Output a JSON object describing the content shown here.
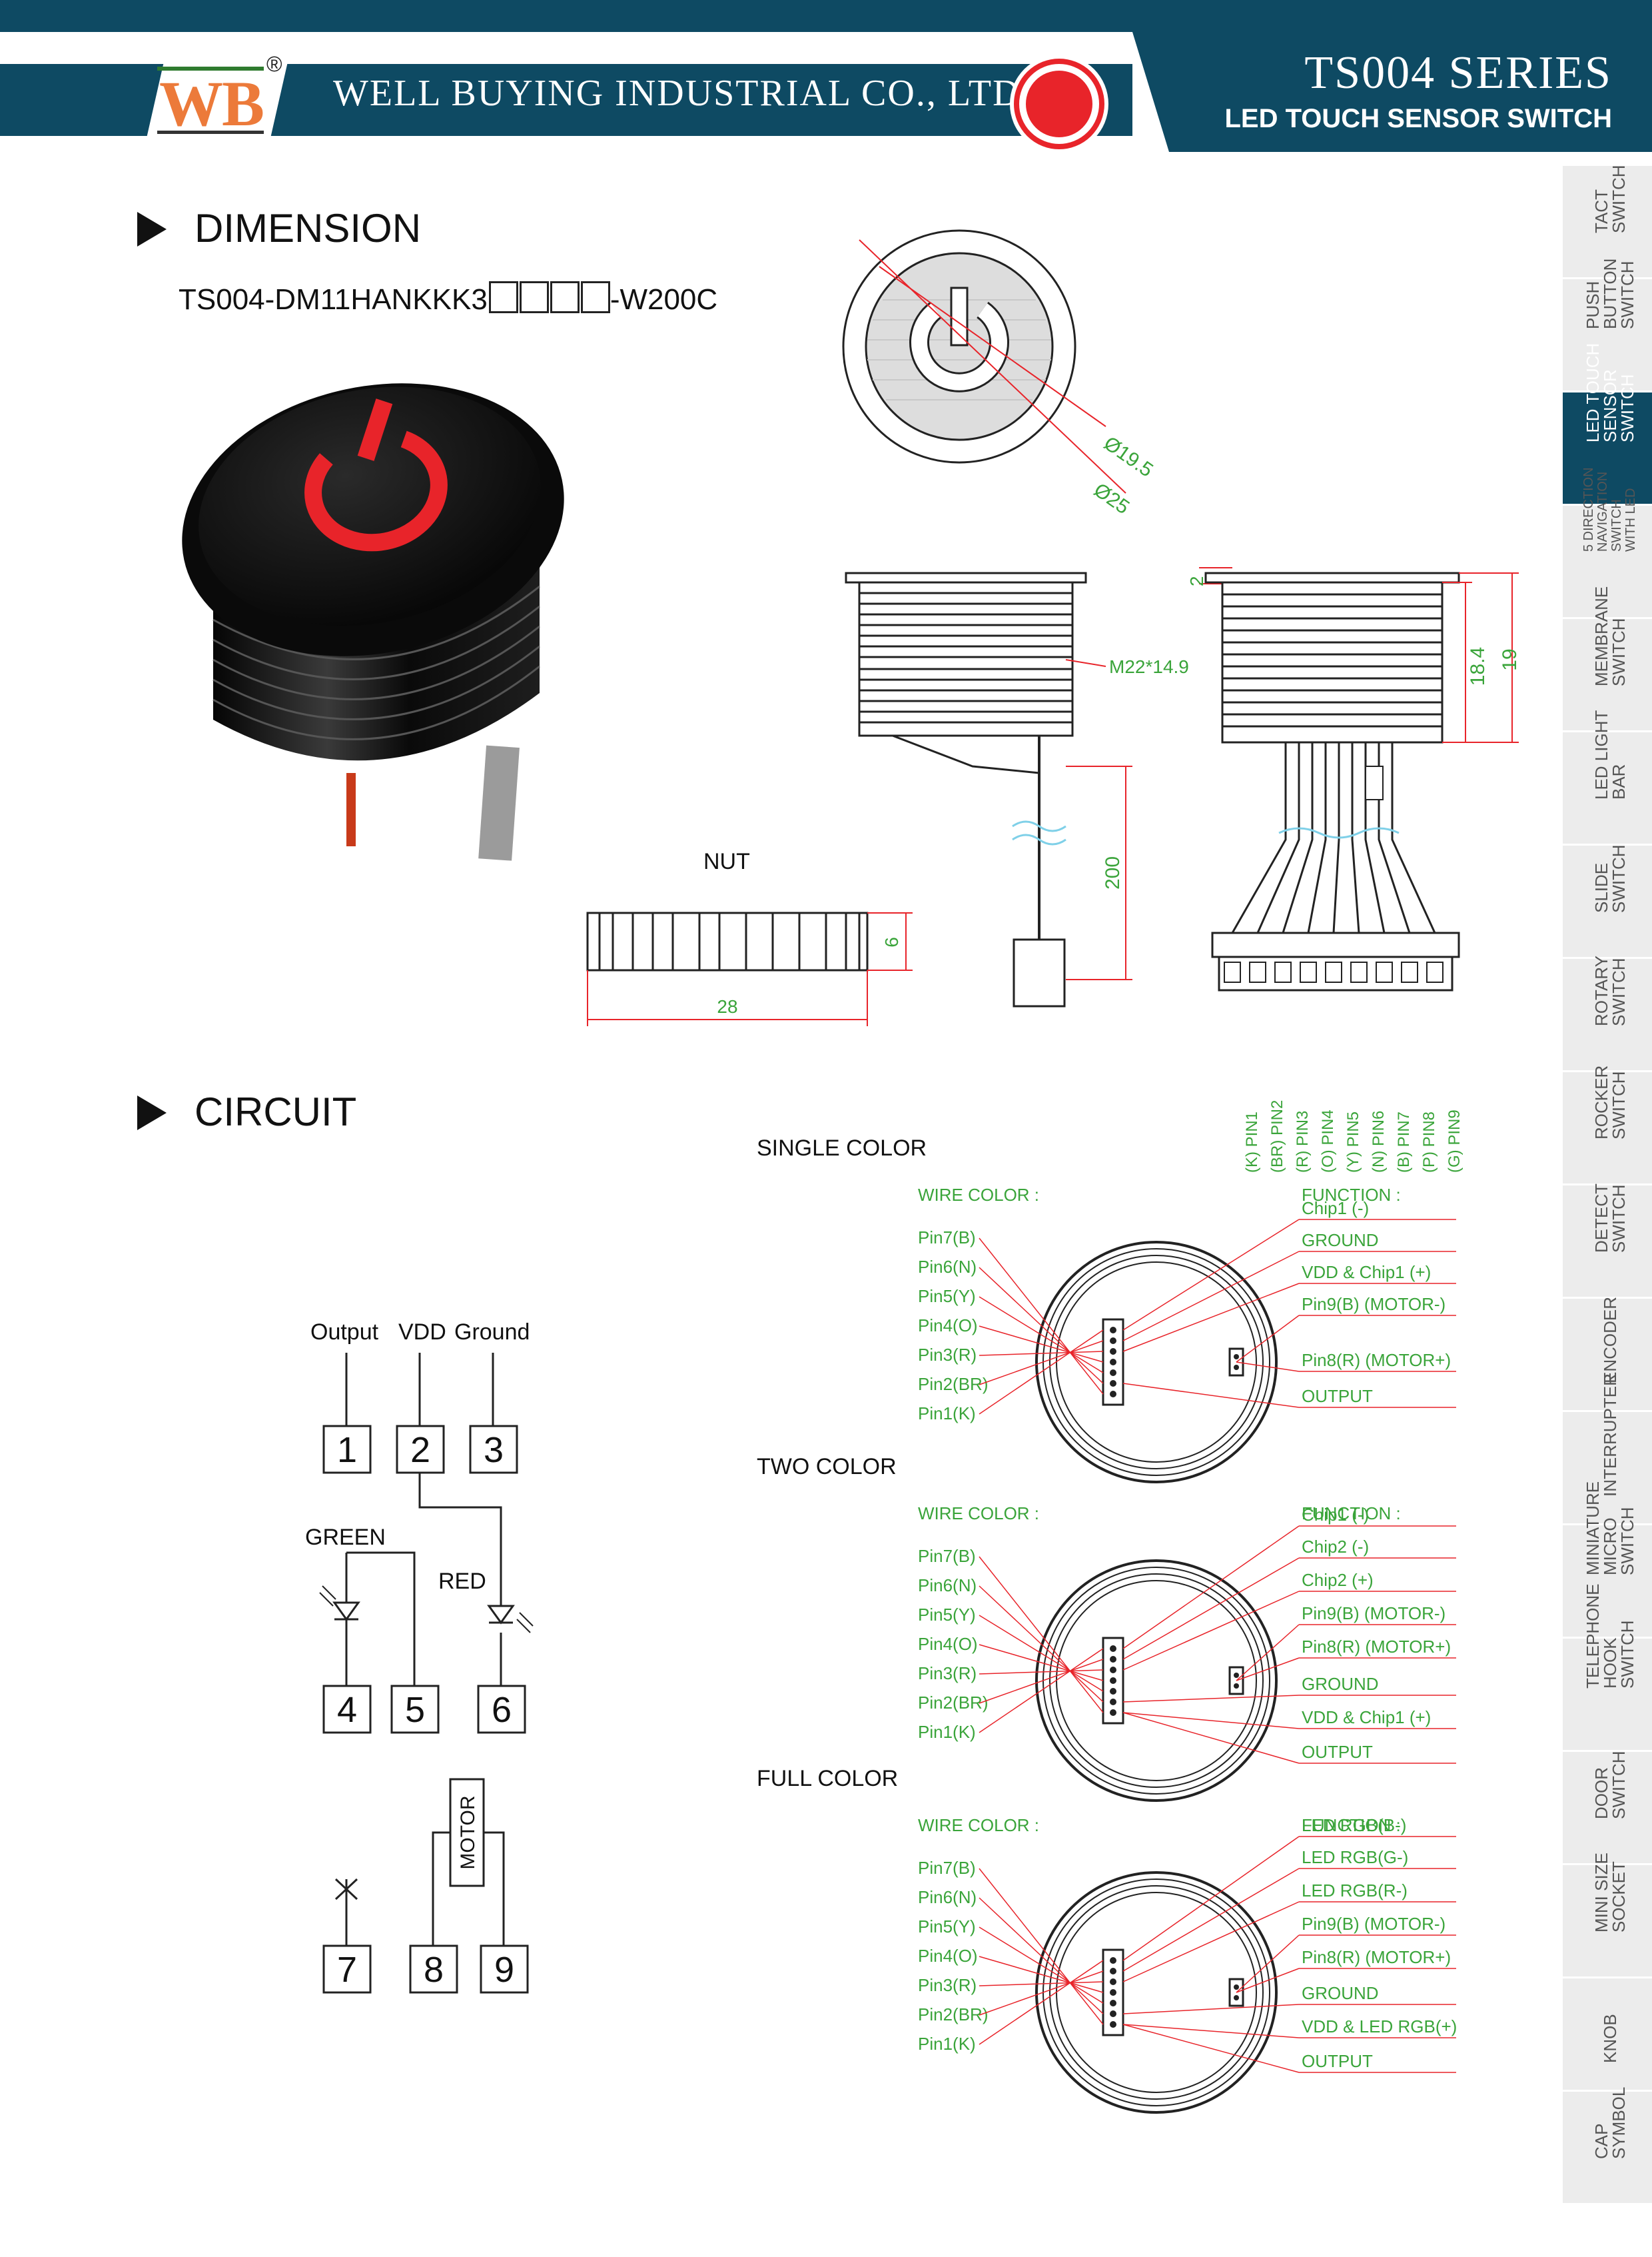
{
  "header": {
    "logo_text": "WB",
    "registered": "®",
    "company": "WELL BUYING INDUSTRIAL CO., LTD",
    "series": "TS004 SERIES",
    "subtitle": "LED TOUCH SENSOR SWITCH"
  },
  "dimension": {
    "title": "DIMENSION",
    "part_prefix": "TS004-DM11HANKKK3",
    "part_suffix": "-W200C",
    "dia_inner": "Ø19.5",
    "dia_outer": "Ø25",
    "thread": "M22*14.9",
    "dim_flange": "2",
    "dim_body": "18.4",
    "dim_total": "19",
    "dim_wire": "200",
    "nut_label": "NUT",
    "nut_thickness": "6",
    "nut_width": "28",
    "connector_pins": [
      "(K) PIN1",
      "(BR) PIN2",
      "(R) PIN3",
      "(O) PIN4",
      "(Y) PIN5",
      "(N) PIN6",
      "(B) PIN7",
      "(P) PIN8",
      "(G) PIN9"
    ]
  },
  "circuit": {
    "title": "CIRCUIT",
    "labels": {
      "output": "Output",
      "vdd": "VDD",
      "ground": "Ground",
      "green": "GREEN",
      "red": "RED",
      "motor": "MOTOR"
    },
    "terminals": [
      "1",
      "2",
      "3",
      "4",
      "5",
      "6",
      "7",
      "8",
      "9"
    ]
  },
  "wiring": {
    "wire_color_header": "WIRE COLOR :",
    "function_header": "FUNCTION :",
    "wire_colors": [
      "Pin7(B)",
      "Pin6(N)",
      "Pin5(Y)",
      "Pin4(O)",
      "Pin3(R)",
      "Pin2(BR)",
      "Pin1(K)"
    ],
    "single": {
      "title": "SINGLE COLOR",
      "functions": [
        "Chip1 (-)",
        "GROUND",
        "VDD & Chip1 (+)",
        "Pin9(B) (MOTOR-)",
        "Pin8(R) (MOTOR+)",
        "OUTPUT"
      ]
    },
    "two": {
      "title": "TWO COLOR",
      "functions": [
        "Chip1 (-)",
        "Chip2 (-)",
        "Chip2 (+)",
        "Pin9(B) (MOTOR-)",
        "Pin8(R) (MOTOR+)",
        "GROUND",
        "VDD & Chip1 (+)",
        "OUTPUT"
      ]
    },
    "full": {
      "title": "FULL COLOR",
      "functions": [
        "LED RGB(B-)",
        "LED RGB(G-)",
        "LED RGB(R-)",
        "Pin9(B) (MOTOR-)",
        "Pin8(R) (MOTOR+)",
        "GROUND",
        "VDD & LED RGB(+)",
        "OUTPUT"
      ]
    }
  },
  "side_tabs": [
    "TACT\nSWITCH",
    "PUSH\nBUTTON\nSWITCH",
    "LED TOUCH\nSENSOR\nSWITCH",
    "5 DIRECTION\nNAVIGATION\nSWITCH\nWITH LED",
    "MEMBRANE\nSWITCH",
    "LED LIGHT\nBAR",
    "SLIDE\nSWITCH",
    "ROTARY\nSWITCH",
    "ROCKER\nSWITCH",
    "DETECT\nSWITCH",
    "ENCODER",
    "INTERRUPTER",
    "MINIATURE\nMICRO\nSWITCH",
    "TELEPHONE\nHOOK\nSWITCH",
    "DOOR\nSWITCH",
    "MINI SIZE\nSOCKET",
    "KNOB",
    "CAP\nSYMBOL"
  ],
  "colors": {
    "brand": "#0e4a63",
    "accent_red": "#e8242a",
    "dim_green": "#3aa43a",
    "logo_orange": "#ec7a3a"
  }
}
